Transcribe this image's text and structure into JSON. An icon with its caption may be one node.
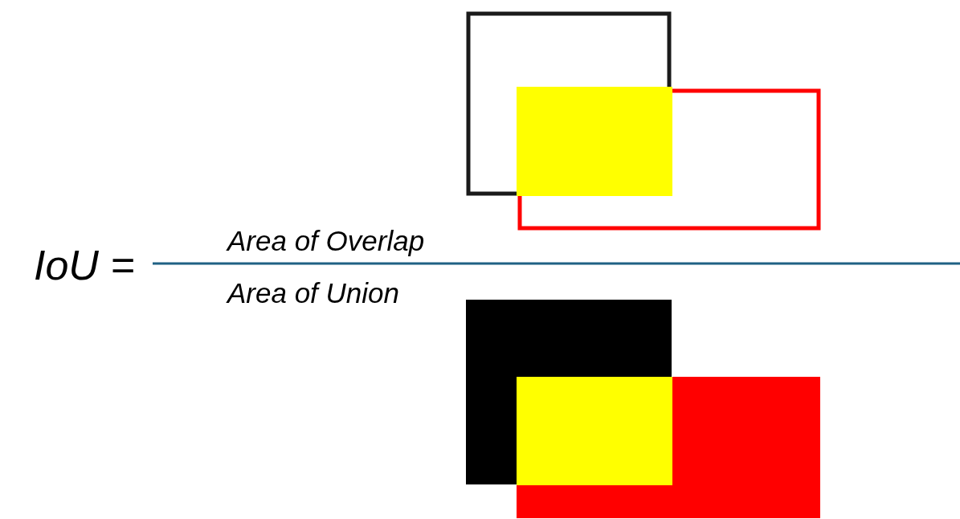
{
  "diagram": {
    "labels": [
      "Area of Overlap",
      "IoU =",
      "Area of Union"
    ]
  }
}
